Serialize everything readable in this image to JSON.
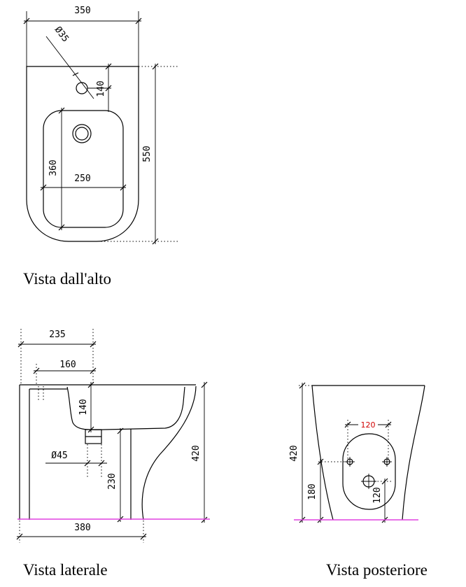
{
  "top_view": {
    "caption": "Vista dall'alto",
    "dims": {
      "width": "350",
      "tap_hole": "Ø35",
      "tap_offset": "140",
      "length": "550",
      "basin_length": "360",
      "basin_width": "250"
    }
  },
  "side_view": {
    "caption": "Vista laterale",
    "dims": {
      "depth_total": "235",
      "depth_basin": "160",
      "drain_height": "140",
      "drain_diameter": "Ø45",
      "drain_floor": "230",
      "height": "420",
      "length": "380"
    }
  },
  "rear_view": {
    "caption": "Vista posteriore",
    "dims": {
      "fixing_spacing": "120",
      "height": "420",
      "fixing_height": "180",
      "outlet_height": "120"
    }
  },
  "colors": {
    "line": "#000000",
    "floor": "#e040e0",
    "highlight": "#d00000"
  }
}
